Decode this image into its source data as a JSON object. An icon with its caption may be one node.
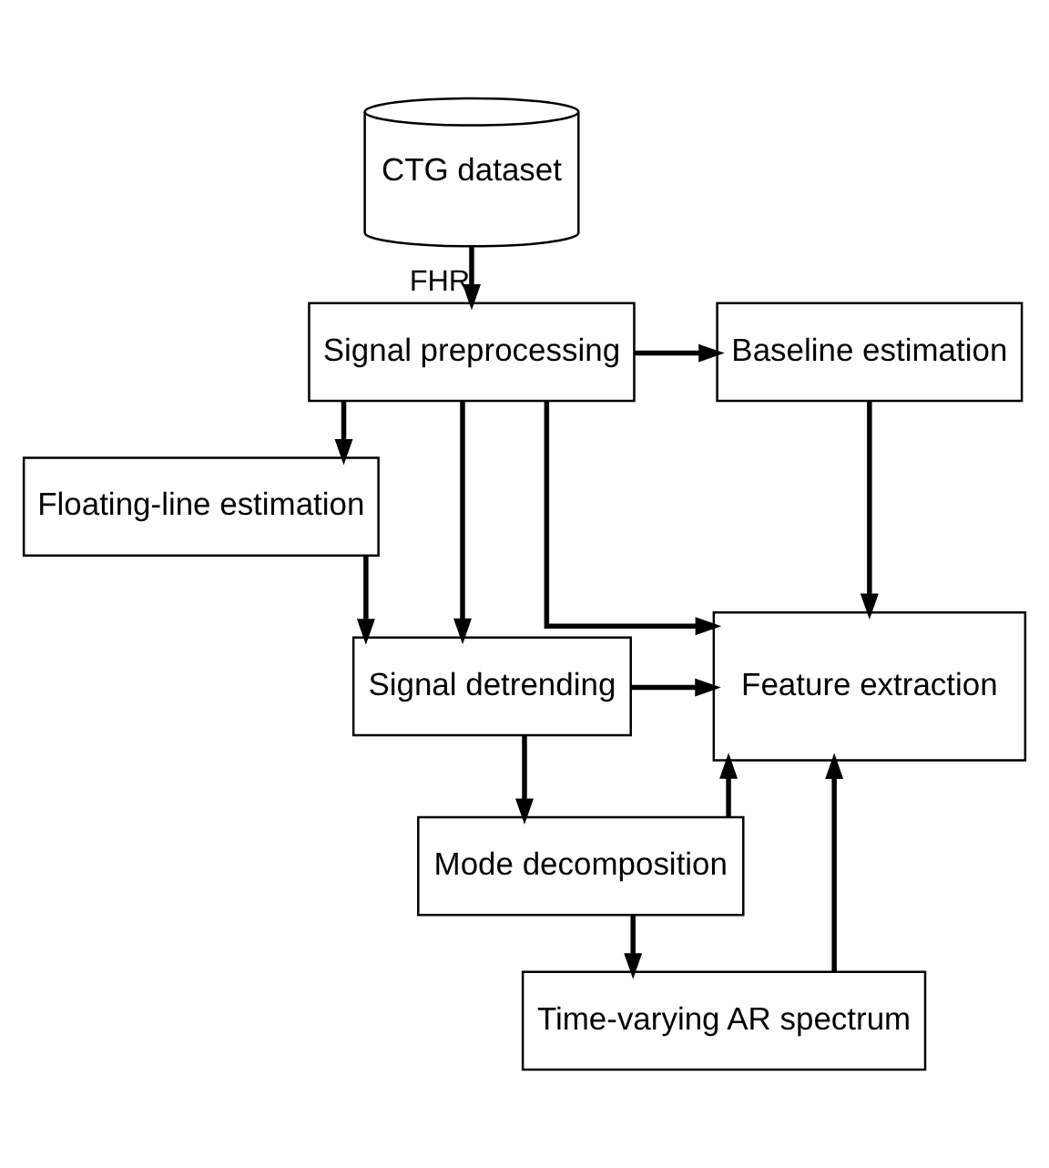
{
  "diagram": {
    "nodes": [
      {
        "text": [
          "CTG dataset"
        ]
      },
      {
        "text": [
          "Signal preprocessing"
        ]
      },
      {
        "text": [
          "Baseline estimation"
        ]
      },
      {
        "text": [
          "Floating-line estimation"
        ]
      },
      {
        "text": [
          "Signal detrending"
        ]
      },
      {
        "text": [
          "Mode decomposition"
        ]
      },
      {
        "text": [
          "Time-varying AR spectrum"
        ]
      },
      {
        "text": [
          "Feature extraction"
        ]
      }
    ],
    "edges": [
      {
        "from": 0,
        "to": 1,
        "arrow": "to",
        "label": "FHR"
      },
      {
        "from": 1,
        "to": 2,
        "arrow": "to"
      },
      {
        "from": 1,
        "to": 7,
        "arrow": "to"
      },
      {
        "from": 2,
        "to": 7,
        "arrow": "to"
      },
      {
        "from": 1,
        "to": 3,
        "arrow": "to"
      },
      {
        "from": 3,
        "to": 4,
        "arrow": "to"
      },
      {
        "from": 1,
        "to": 4,
        "arrow": "to"
      },
      {
        "from": 4,
        "to": 7,
        "arrow": "to"
      },
      {
        "from": 4,
        "to": 5,
        "arrow": "to"
      },
      {
        "from": 5,
        "to": 7,
        "arrow": "to"
      },
      {
        "from": 5,
        "to": 6,
        "arrow": "to"
      },
      {
        "from": 6,
        "to": 7,
        "arrow": "to"
      }
    ]
  }
}
